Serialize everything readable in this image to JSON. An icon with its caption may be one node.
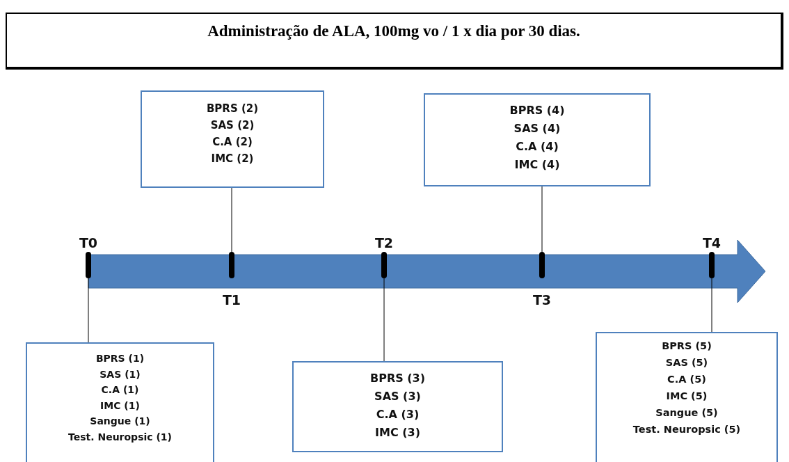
{
  "diagram": {
    "nodes": [
      {
        "text": [
          "Administração de ALA, 100mg vo / 1 x dia por 30 dias."
        ]
      },
      {
        "text": [
          "BPRS (2)",
          "SAS (2)",
          "C.A (2)",
          "IMC (2)"
        ]
      },
      {
        "text": [
          "BPRS (4)",
          "SAS (4)",
          "C.A (4)",
          "IMC (4)"
        ]
      },
      {
        "text": [
          "T0"
        ]
      },
      {
        "text": [
          "T2"
        ]
      },
      {
        "text": [
          "T4"
        ]
      },
      {
        "text": [
          "T1"
        ]
      },
      {
        "text": [
          "T3"
        ]
      },
      {
        "text": [
          "BPRS (1)",
          "SAS (1)",
          "C.A (1)",
          "IMC (1)",
          "Sangue (1)",
          "Test. Neuropsic (1)"
        ]
      },
      {
        "text": [
          "BPRS (3)",
          "SAS (3)",
          "C.A (3)",
          "IMC (3)"
        ]
      },
      {
        "text": [
          "BPRS (5)",
          "SAS (5)",
          "C.A (5)",
          "IMC (5)",
          "Sangue (5)",
          "Test. Neuropsic (5)"
        ]
      }
    ],
    "edges": [
      {
        "from": 1,
        "to": 6,
        "arrow": "none"
      },
      {
        "from": 2,
        "to": 7,
        "arrow": "none"
      },
      {
        "from": 3,
        "to": 8,
        "arrow": "none"
      },
      {
        "from": 4,
        "to": 9,
        "arrow": "none"
      },
      {
        "from": 5,
        "to": 10,
        "arrow": "none"
      }
    ]
  }
}
